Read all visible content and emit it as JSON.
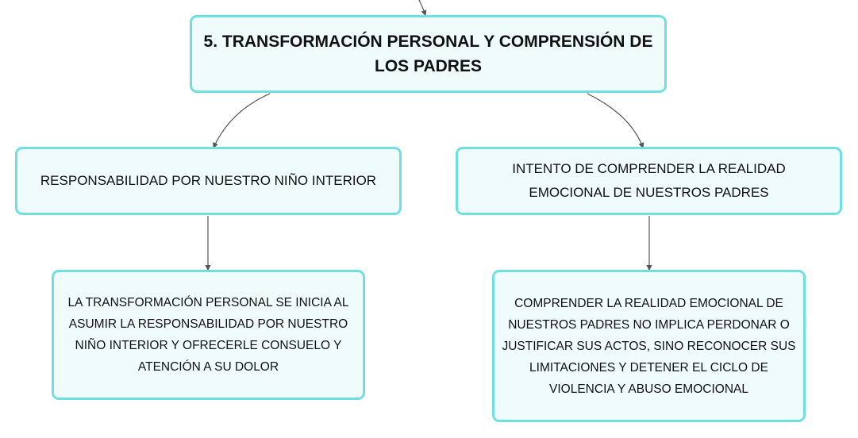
{
  "main_topic": "5. TRANSFORMACIÓN PERSONAL Y COMPRENSIÓN DE LOS PADRES",
  "branches": [
    {
      "title": "RESPONSABILIDAD POR NUESTRO NIÑO INTERIOR",
      "detail": "LA TRANSFORMACIÓN PERSONAL SE INICIA AL ASUMIR LA RESPONSABILIDAD POR NUESTRO NIÑO INTERIOR Y OFRECERLE CONSUELO Y ATENCIÓN A SU DOLOR"
    },
    {
      "title": "INTENTO DE COMPRENDER LA REALIDAD EMOCIONAL DE NUESTROS PADRES",
      "detail": "COMPRENDER LA REALIDAD EMOCIONAL DE NUESTROS PADRES NO IMPLICA PERDONAR O JUSTIFICAR SUS ACTOS, SINO RECONOCER SUS LIMITACIONES Y DETENER EL CICLO DE VIOLENCIA Y ABUSO EMOCIONAL"
    }
  ],
  "colors": {
    "border": "#6fdfe2",
    "fill": "#f0fbfc",
    "connector": "#555555"
  }
}
